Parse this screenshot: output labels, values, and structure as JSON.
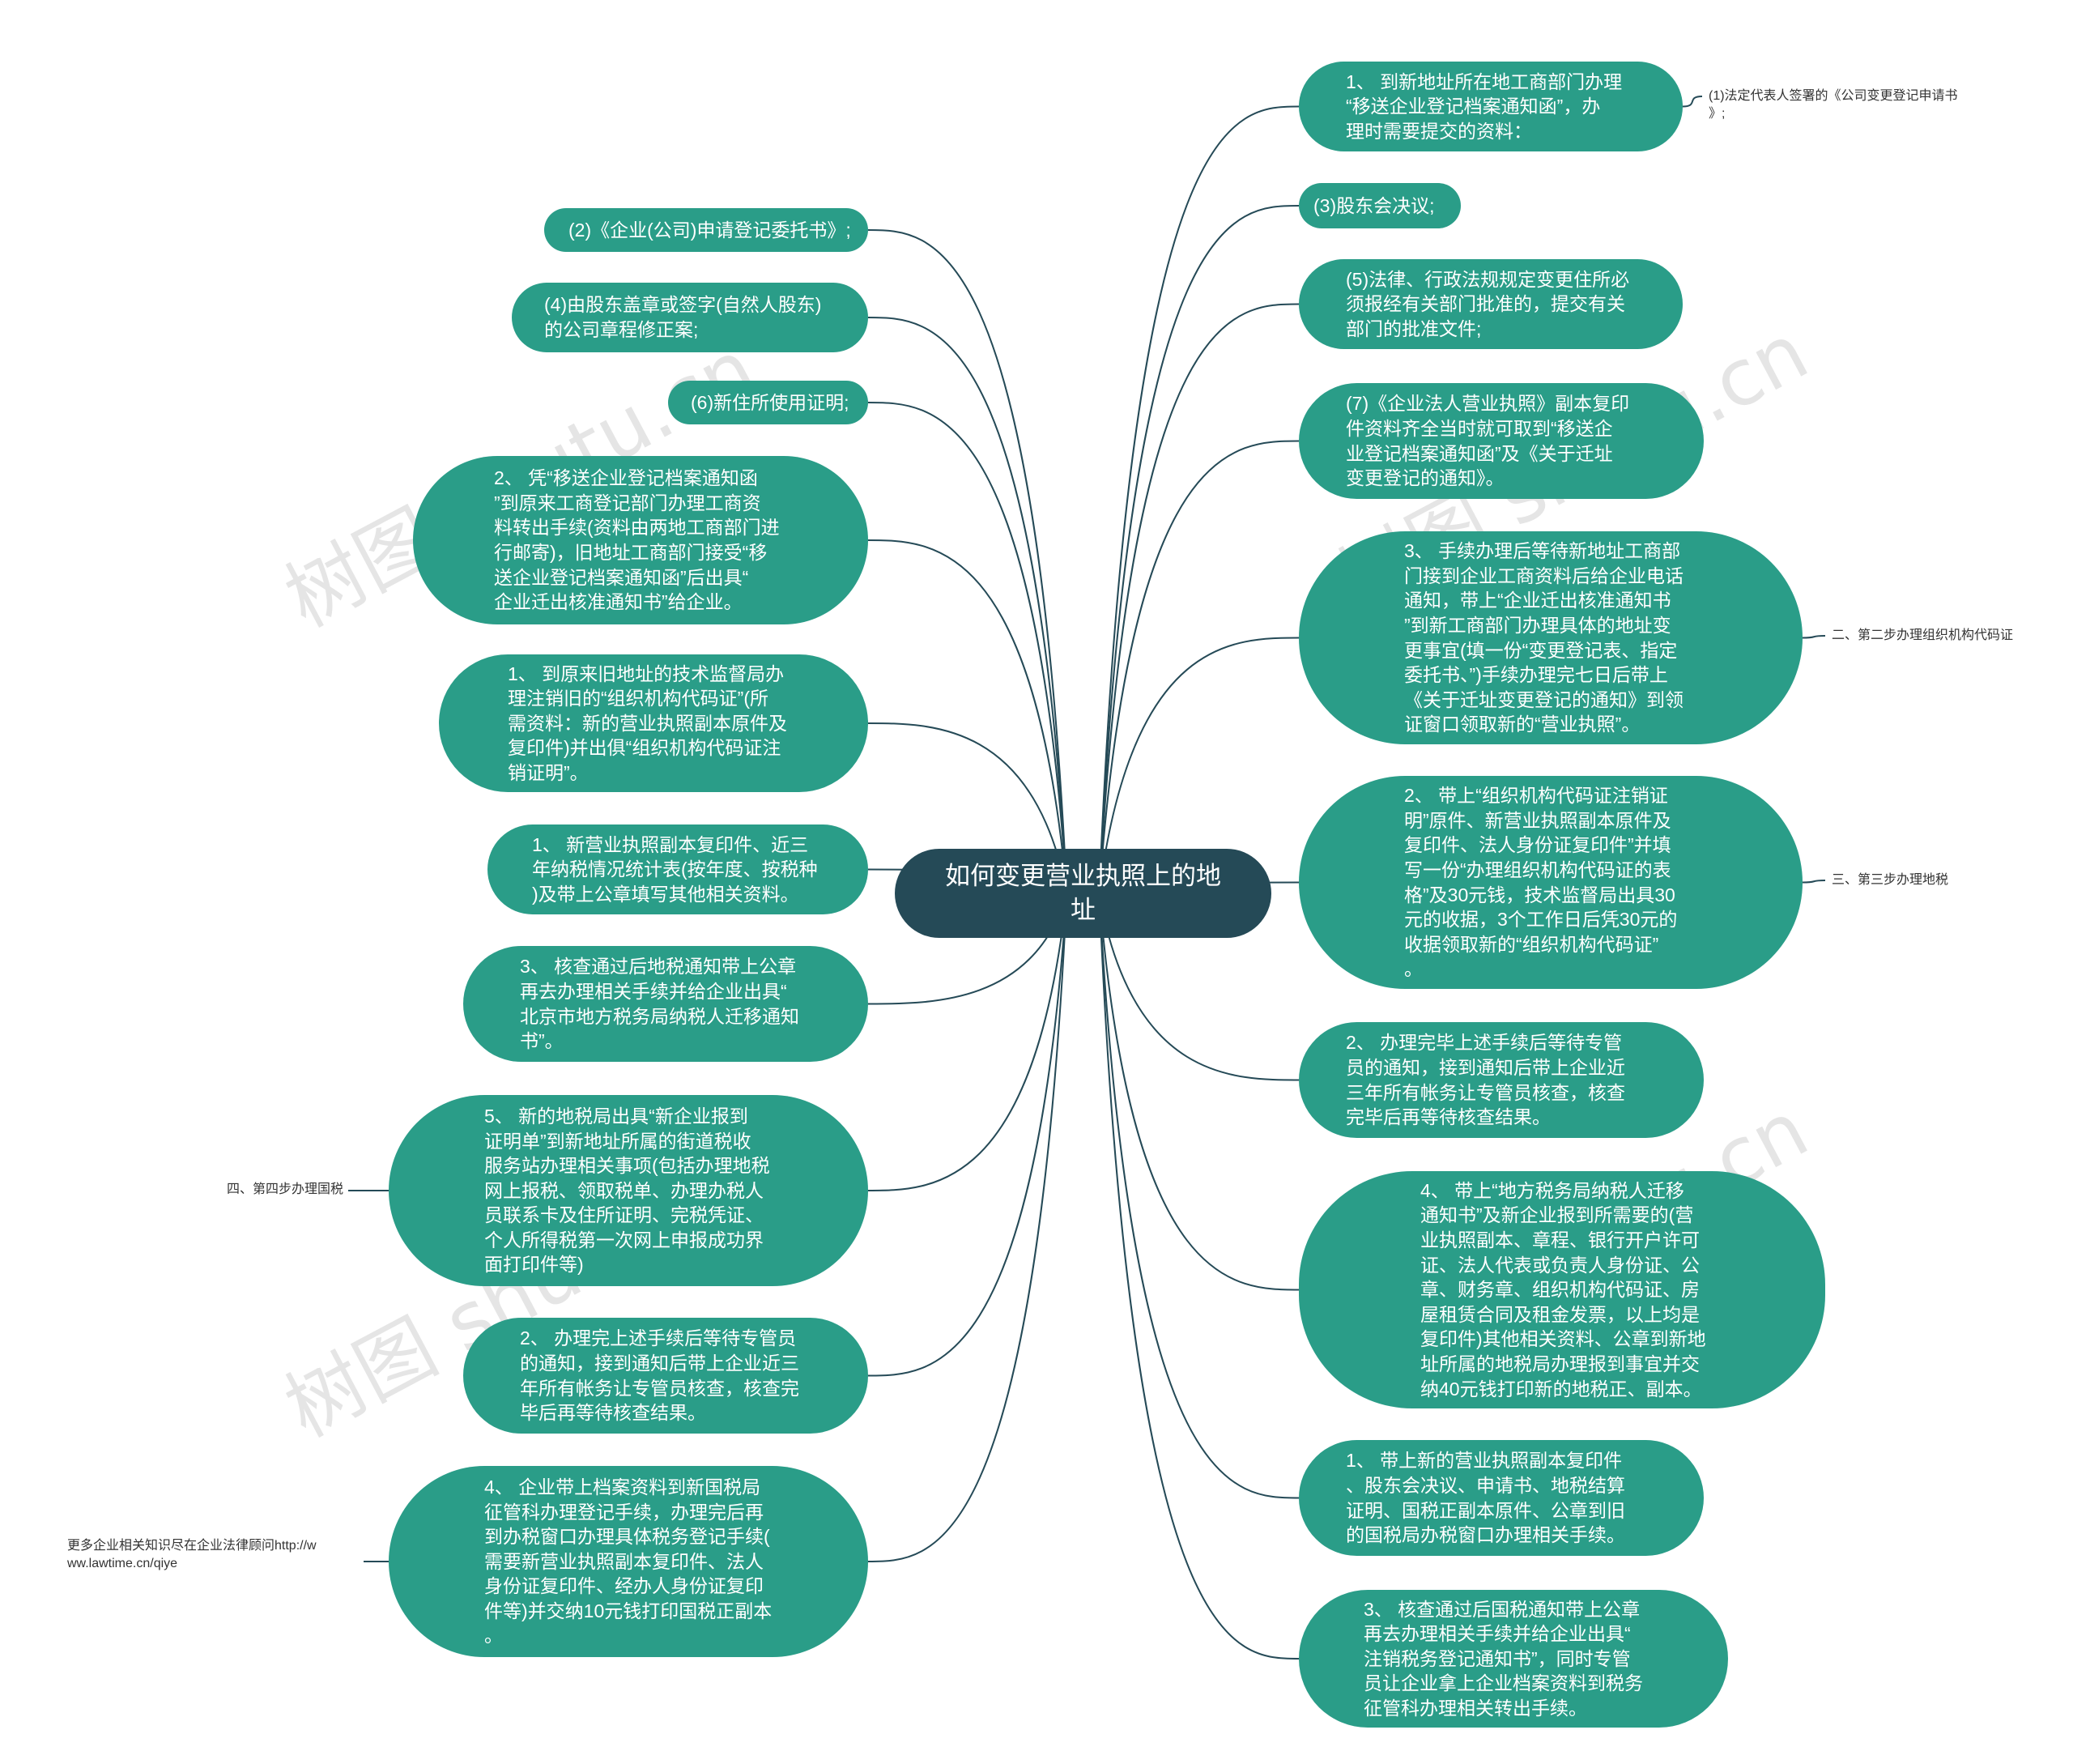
{
  "root": {
    "title": "如何变更营业执照上的地\n址"
  },
  "watermark": {
    "text": "树图 shutu.cn"
  },
  "right_nodes": [
    {
      "text": "1、 到新地址所在地工商部门办理\n“移送企业登记档案通知函”，办\n理时需要提交的资料："
    },
    {
      "text": "(3)股东会决议;"
    },
    {
      "text": "(5)法律、行政法规规定变更住所必\n须报经有关部门批准的，提交有关\n部门的批准文件;"
    },
    {
      "text": "(7)《企业法人营业执照》副本复印\n件资料齐全当时就可取到“移送企\n业登记档案通知函”及《关于迁址\n变更登记的通知》。"
    },
    {
      "text": "3、 手续办理后等待新地址工商部\n门接到企业工商资料后给企业电话\n通知，带上“企业迁出核准通知书\n”到新工商部门办理具体的地址变\n更事宜(填一份“变更登记表、指定\n委托书、”)手续办理完七日后带上\n《关于迁址变更登记的通知》到领\n证窗口领取新的“营业执照”。"
    },
    {
      "text": "2、 带上“组织机构代码证注销证\n明”原件、新营业执照副本原件及\n复印件、法人身份证复印件”并填\n写一份“办理组织机构代码证的表\n格”及30元钱，技术监督局出具30\n元的收据，3个工作日后凭30元的\n收据领取新的“组织机构代码证”\n。"
    },
    {
      "text": "2、 办理完毕上述手续后等待专管\n员的通知，接到通知后带上企业近\n三年所有帐务让专管员核查，核查\n完毕后再等待核查结果。"
    },
    {
      "text": "4、 带上“地方税务局纳税人迁移\n通知书”及新企业报到所需要的(营\n业执照副本、章程、银行开户许可\n证、法人代表或负责人身份证、公\n章、财务章、组织机构代码证、房\n屋租赁合同及租金发票，以上均是\n复印件)其他相关资料、公章到新地\n址所属的地税局办理报到事宜并交\n纳40元钱打印新的地税正、副本。"
    },
    {
      "text": "1、 带上新的营业执照副本复印件\n、股东会决议、申请书、地税结算\n证明、国税正副本原件、公章到旧\n的国税局办税窗口办理相关手续。"
    },
    {
      "text": "3、 核查通过后国税通知带上公章\n再去办理相关手续并给企业出具“\n注销税务登记通知书”，同时专管\n员让企业拿上企业档案资料到税务\n征管科办理相关转出手续。"
    }
  ],
  "left_nodes": [
    {
      "text": "(2)《企业(公司)申请登记委托书》;"
    },
    {
      "text": "(4)由股东盖章或签字(自然人股东)\n的公司章程修正案;"
    },
    {
      "text": "(6)新住所使用证明;"
    },
    {
      "text": "2、 凭“移送企业登记档案通知函\n”到原来工商登记部门办理工商资\n料转出手续(资料由两地工商部门进\n行邮寄)，旧地址工商部门接受“移\n送企业登记档案通知函”后出具“\n企业迁出核准通知书”给企业。"
    },
    {
      "text": "1、 到原来旧地址的技术监督局办\n理注销旧的“组织机构代码证”(所\n需资料：新的营业执照副本原件及\n复印件)并出俱“组织机构代码证注\n销证明”。"
    },
    {
      "text": "1、 新营业执照副本复印件、近三\n年纳税情况统计表(按年度、按税种\n)及带上公章填写其他相关资料。"
    },
    {
      "text": "3、 核查通过后地税通知带上公章\n再去办理相关手续并给企业出具“\n北京市地方税务局纳税人迁移通知\n书”。"
    },
    {
      "text": "5、 新的地税局出具“新企业报到\n证明单”到新地址所属的街道税收\n服务站办理相关事项(包括办理地税\n网上报税、领取税单、办理办税人\n员联系卡及住所证明、完税凭证、\n个人所得税第一次网上申报成功界\n面打印件等)"
    },
    {
      "text": "2、 办理完上述手续后等待专管员\n的通知，接到通知后带上企业近三\n年所有帐务让专管员核查，核查完\n毕后再等待核查结果。"
    },
    {
      "text": "4、 企业带上档案资料到新国税局\n征管科办理登记手续，办理完后再\n到办税窗口办理具体税务登记手续(\n需要新营业执照副本复印件、法人\n身份证复印件、经办人身份证复印\n件等)并交纳10元钱打印国税正副本\n。"
    }
  ],
  "labels": {
    "applicant_sign": "(1)法定代表人签署的《公司变更登记申请书\n》;",
    "step2": "二、第二步办理组织机构代码证",
    "step3": "三、第三步办理地税",
    "step4": "四、第四步办理国税",
    "more": "更多企业相关知识尽在企业法律顾问http://w\nww.lawtime.cn/qiye"
  },
  "colors": {
    "node": "#2a9d88",
    "root": "#254a57",
    "line": "#254a57"
  }
}
